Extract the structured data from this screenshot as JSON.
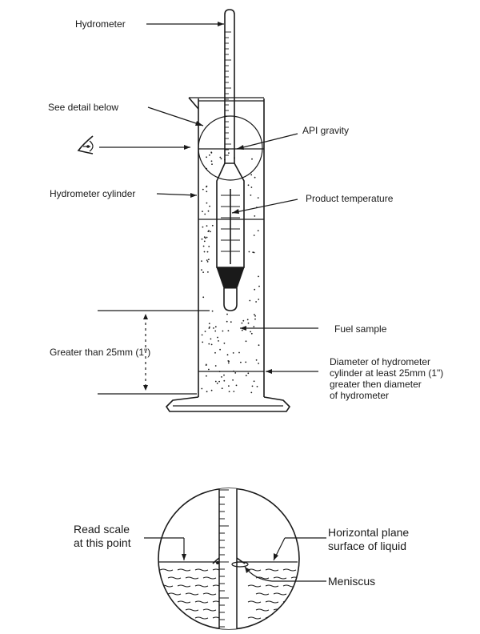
{
  "labels": {
    "hydrometer": "Hydrometer",
    "see_detail": "See detail below",
    "api_gravity": "API gravity",
    "hydrometer_cylinder": "Hydrometer cylinder",
    "product_temperature": "Product temperature",
    "fuel_sample": "Fuel sample",
    "greater_than": "Greater than 25mm (1\")",
    "diameter_note": [
      "Diameter of hydrometer",
      "cylinder at least 25mm (1\")",
      "greater then diameter",
      "of hydrometer"
    ],
    "read_scale": [
      "Read scale",
      "at this point"
    ],
    "horizontal_plane": [
      "Horizontal plane",
      "surface of liquid"
    ],
    "meniscus": "Meniscus"
  },
  "icons": {
    "observer": "eye-icon"
  }
}
